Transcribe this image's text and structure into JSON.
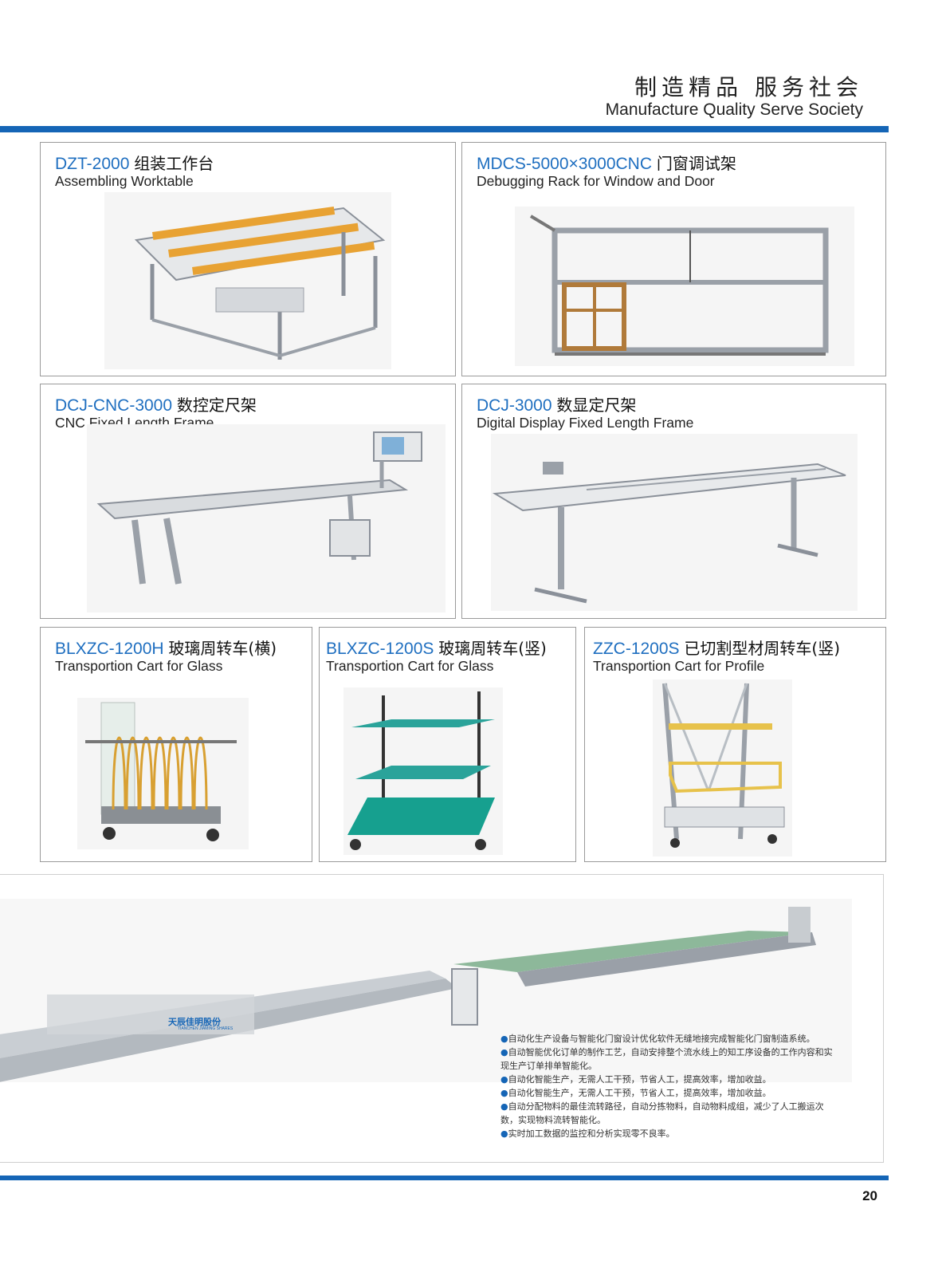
{
  "header": {
    "title_cn": "制造精品  服务社会",
    "title_en": "Manufacture Quality Serve Society"
  },
  "colors": {
    "accent": "#1565b6",
    "model_text": "#1f6fc0",
    "panel_border": "#9a9a9a"
  },
  "products": [
    {
      "model": "DZT-2000",
      "name_cn": "组装工作台",
      "name_en": "Assembling Worktable"
    },
    {
      "model": "MDCS-5000×3000CNC",
      "name_cn": "门窗调试架",
      "name_en": "Debugging Rack for Window and Door"
    },
    {
      "model": "DCJ-CNC-3000",
      "name_cn": "数控定尺架",
      "name_en": "CNC Fixed Length Frame"
    },
    {
      "model": "DCJ-3000",
      "name_cn": "数显定尺架",
      "name_en": "Digital Display Fixed Length Frame"
    },
    {
      "model": "BLXZC-1200H",
      "name_cn": "玻璃周转车(横)",
      "name_en": "Transportion Cart for Glass"
    },
    {
      "model": "BLXZC-1200S",
      "name_cn": "玻璃周转车(竖)",
      "name_en": "Transportion Cart for Glass"
    },
    {
      "model": "ZZC-1200S",
      "name_cn": "已切割型材周转车(竖)",
      "name_en": "Transportion Cart for Profile"
    }
  ],
  "production_line": {
    "logo_cn": "天辰佳明股份",
    "logo_en": "TIANCHEN JIAMING SHARES",
    "bullets": [
      "自动化生产设备与智能化门窗设计优化软件无缝地接完成智能化门窗制造系统。",
      "自动智能优化订单的制作工艺，自动安排整个流水线上的知工序设备的工作内容和实现生产订单排单智能化。",
      "自动化智能生产，无需人工干预，节省人工，提高效率，增加收益。",
      "自动化智能生产，无需人工干预，节省人工，提高效率，增加收益。",
      "自动分配物料的最佳流转路径，自动分拣物料，自动物料成组，减少了人工搬运次数，实现物料流转智能化。",
      "实时加工数据的监控和分析实现零不良率。"
    ]
  },
  "page_number": "20"
}
